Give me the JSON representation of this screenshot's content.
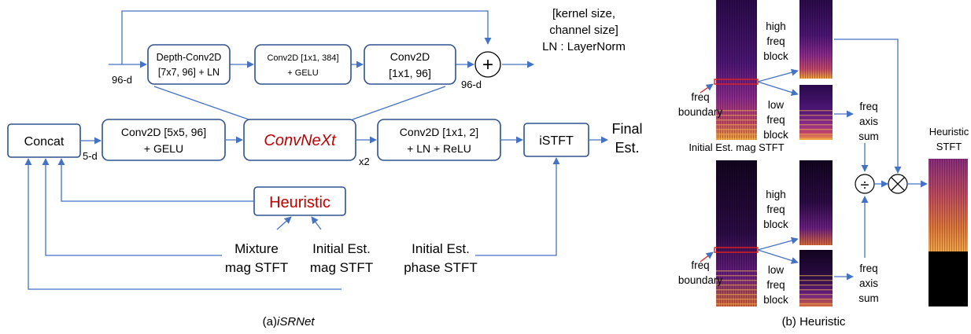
{
  "left_panel": {
    "caption_prefix": "(a) ",
    "caption_italic": "iSRNet",
    "legend": [
      "[kernel size,",
      "channel size]",
      "LN : LayerNorm"
    ],
    "boxes": {
      "concat": "Concat",
      "conv_in": [
        "Conv2D [5x5, 96]",
        "+ GELU"
      ],
      "convnext": "ConvNeXt",
      "conv_out": [
        "Conv2D [1x1, 2]",
        "+ LN + ReLU"
      ],
      "istft": "iSTFT",
      "heuristic": "Heuristic",
      "depth_conv": [
        "Depth-Conv2D",
        "[7x7, 96] + LN"
      ],
      "conv_384": [
        "Conv2D [1x1, 384]",
        "+ GELU"
      ],
      "conv_96": [
        "Conv2D",
        "[1x1, 96]"
      ],
      "add_symbol": "+"
    },
    "labels": {
      "final_est": [
        "Final",
        "Est."
      ],
      "five_d": "5-d",
      "x2": "x2",
      "ninety_six_in": "96-d",
      "ninety_six_out": "96-d",
      "mixture": [
        "Mixture",
        "mag STFT"
      ],
      "initial_mag": [
        "Initial Est.",
        "mag STFT"
      ],
      "initial_phase": [
        "Initial Est.",
        "phase STFT"
      ]
    }
  },
  "right_panel": {
    "caption": "(b) Heuristic",
    "initial_label": "Initial Est. mag STFT",
    "heuristic_title": [
      "Heuristic",
      "STFT"
    ],
    "high_block": [
      "high",
      "freq",
      "block"
    ],
    "low_block": [
      "low",
      "freq",
      "block"
    ],
    "freq_boundary": [
      "freq",
      "boundary"
    ],
    "freq_axis_sum": [
      "freq",
      "axis",
      "sum"
    ],
    "divide_symbol": "÷",
    "multiply_symbol": "⊗"
  },
  "colors": {
    "box_border": "#2f528f",
    "arrow": "#4472c4",
    "accent_red": "#c00000",
    "spec_dark": "#1a0733",
    "spec_mid": "#6b1d8c",
    "spec_bright": "#f08a2c"
  }
}
